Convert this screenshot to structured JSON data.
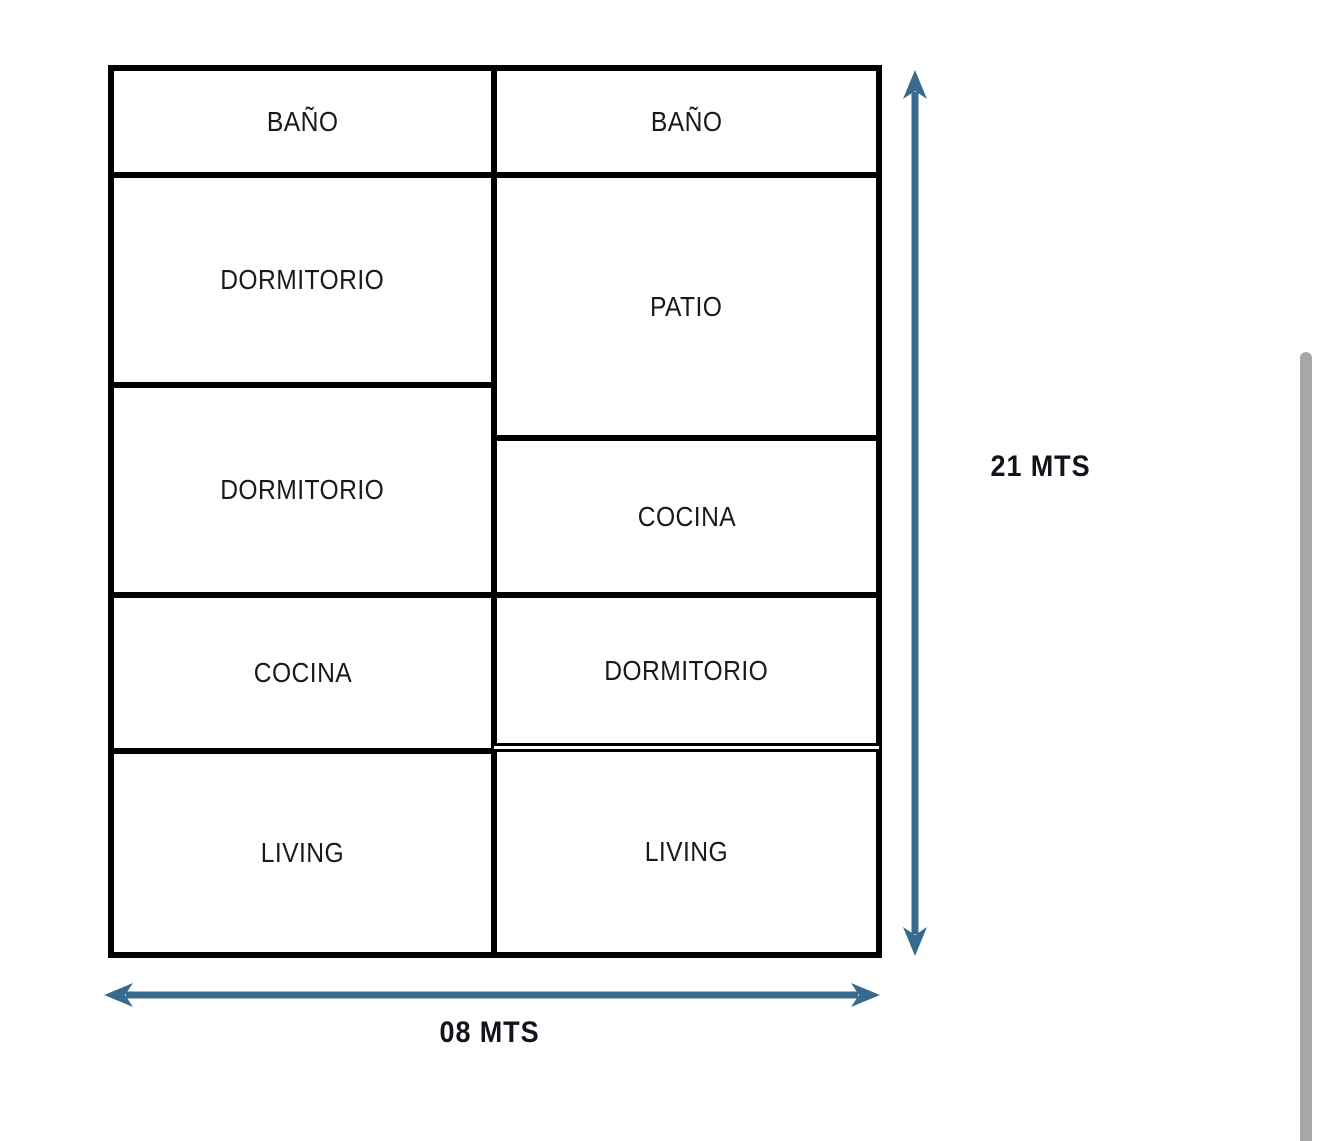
{
  "floor_plan": {
    "rooms_left": [
      "BAÑO",
      "DORMITORIO",
      "DORMITORIO",
      "COCINA",
      "LIVING"
    ],
    "rooms_right": [
      "BAÑO",
      "PATIO",
      "COCINA",
      "DORMITORIO",
      "LIVING"
    ],
    "height_dimension": "21 MTS",
    "width_dimension": "08 MTS",
    "colors": {
      "wall": "#000000",
      "dimension_arrow": "#386a8d",
      "room_text": "#1a1a1a",
      "dimension_text": "#13131d"
    }
  },
  "scrollbar": {
    "thumb_color": "#a7a7a7"
  }
}
